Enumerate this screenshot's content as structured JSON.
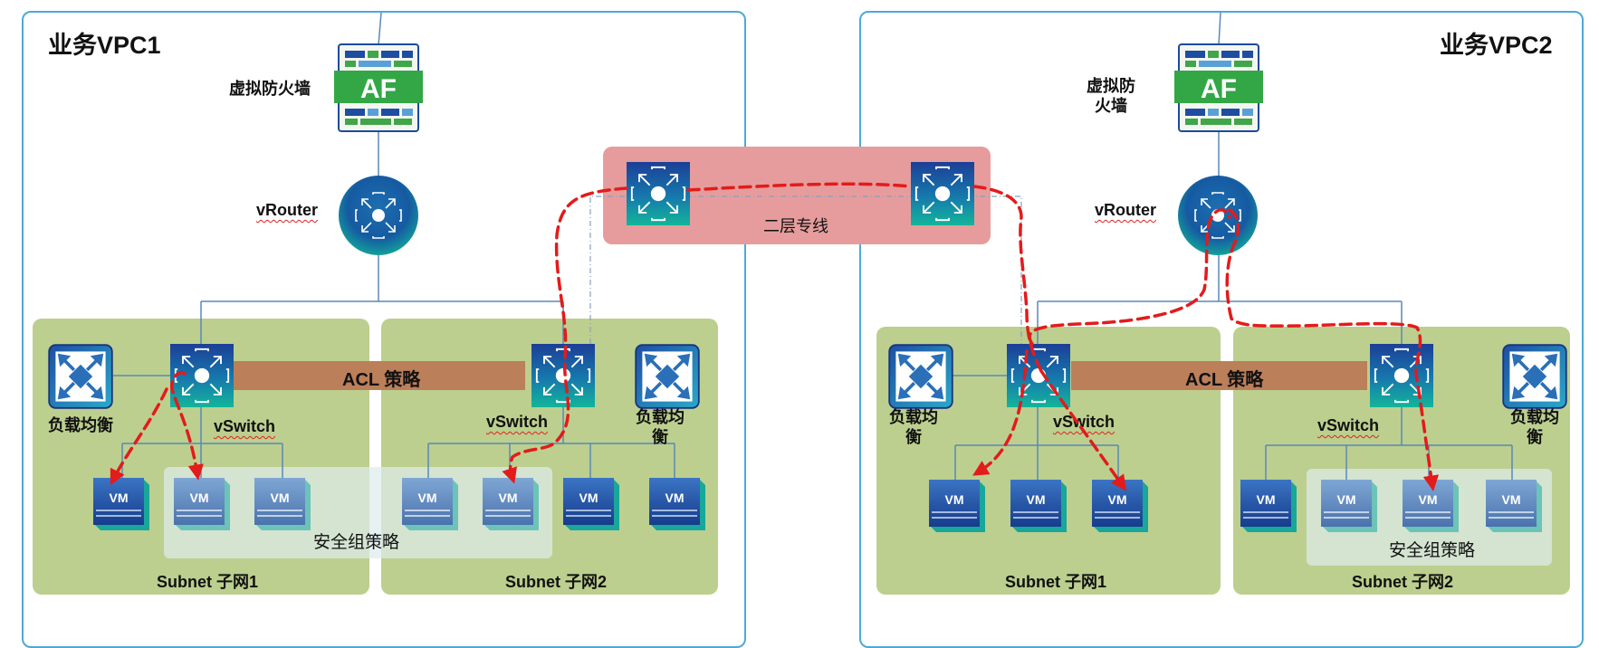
{
  "vpc1": {
    "title": "业务VPC1",
    "firewall_label": "虚拟防火墙",
    "firewall_badge": "AF",
    "router_label": "vRouter",
    "subnet1_label": "Subnet 子网1",
    "subnet2_label": "Subnet 子网2",
    "lb1_label": "负载均衡",
    "lb2_label": [
      "负载均",
      "衡"
    ],
    "vswitch1_label": "vSwitch",
    "vswitch2_label": "vSwitch",
    "acl_label": "ACL 策略",
    "sg_label": "安全组策略",
    "vms": [
      "VM",
      "VM",
      "VM",
      "VM",
      "VM",
      "VM",
      "VM"
    ]
  },
  "vpc2": {
    "title": "业务VPC2",
    "firewall_label": [
      "虚拟防",
      "火墙"
    ],
    "firewall_badge": "AF",
    "router_label": "vRouter",
    "subnet1_label": "Subnet 子网1",
    "subnet2_label": "Subnet 子网2",
    "lb1_label": [
      "负载均",
      "衡"
    ],
    "lb2_label": [
      "负载均",
      "衡"
    ],
    "vswitch1_label": "vSwitch",
    "vswitch2_label": "vSwitch",
    "acl_label": "ACL 策略",
    "sg_label": "安全组策略",
    "vms": [
      "VM",
      "VM",
      "VM",
      "VM",
      "VM",
      "VM",
      "VM"
    ]
  },
  "l2_line": {
    "label": "二层专线"
  },
  "colors": {
    "vpc_border": "#4ca9d8",
    "subnet_fill": "#bccf8e",
    "acl_fill": "#bb7f5a",
    "l2_fill": "#e69c9c",
    "traffic_path": "#e31b1b",
    "link_line": "#5a88b8"
  }
}
